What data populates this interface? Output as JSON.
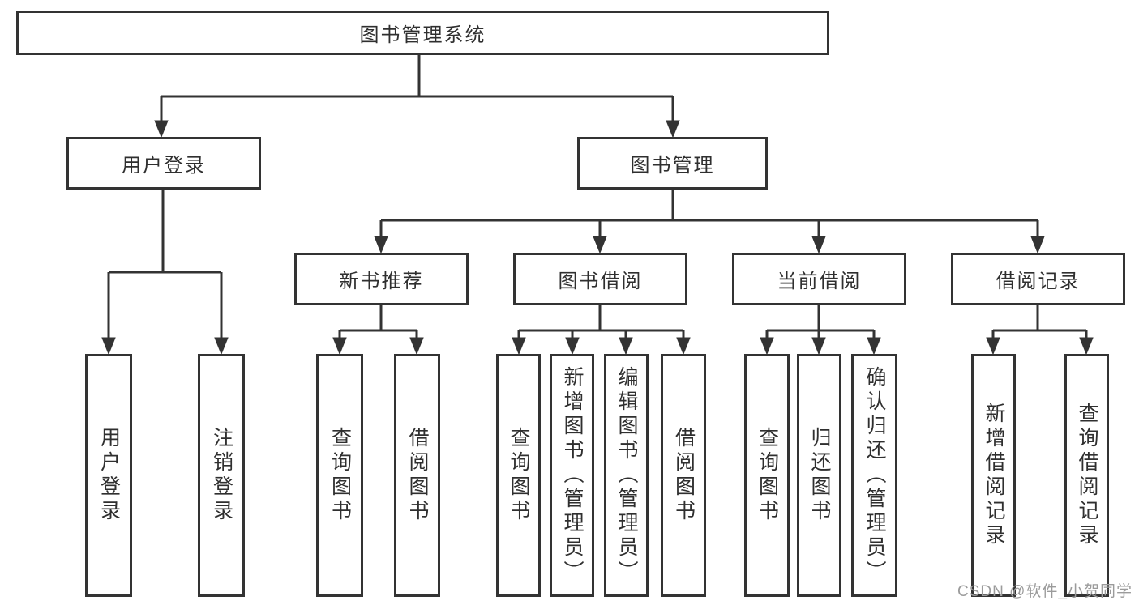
{
  "tree": {
    "root": "图书管理系统",
    "branches": [
      {
        "label": "用户登录",
        "children": [
          "用户登录",
          "注销登录"
        ]
      },
      {
        "label": "图书管理",
        "children": [
          {
            "label": "新书推荐",
            "children": [
              "查询图书",
              "借阅图书"
            ]
          },
          {
            "label": "图书借阅",
            "children": [
              "查询图书",
              "新增图书（管理员）",
              "编辑图书（管理员）",
              "借阅图书"
            ]
          },
          {
            "label": "当前借阅",
            "children": [
              "查询图书",
              "归还图书",
              "确认归还（管理员）"
            ]
          },
          {
            "label": "借阅记录",
            "children": [
              "新增借阅记录",
              "查询借阅记录"
            ]
          }
        ]
      }
    ]
  },
  "watermark": "CSDN @软件_小贺同学",
  "colors": {
    "line": "#333333",
    "text": "#2f2f2f",
    "watermark": "#9b9b9b",
    "background": "#ffffff"
  }
}
